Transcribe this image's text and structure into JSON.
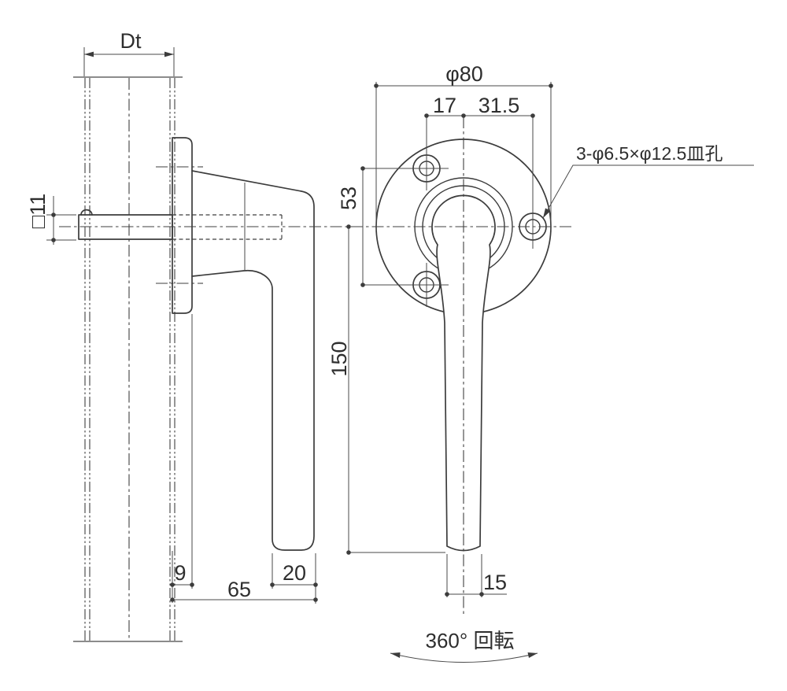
{
  "drawing": {
    "colors": {
      "background": "#ffffff",
      "line": "#3c3c3c",
      "frame_line": "#8c8c8c"
    },
    "dimensions": {
      "tube_depth": "Dt",
      "spindle_square": "□11",
      "rose_thickness": "9",
      "handle_projection": "65",
      "grip_depth": "20",
      "handle_length": "150",
      "grip_tip_width": "15",
      "rose_diameter": "φ80",
      "hole_offset_left": "17",
      "hole_offset_right": "31.5",
      "hole_vertical_spacing": "53"
    },
    "annotations": {
      "screw_hole_note": "3-φ6.5×φ12.5皿孔",
      "rotation_note": "360°  回転"
    }
  }
}
